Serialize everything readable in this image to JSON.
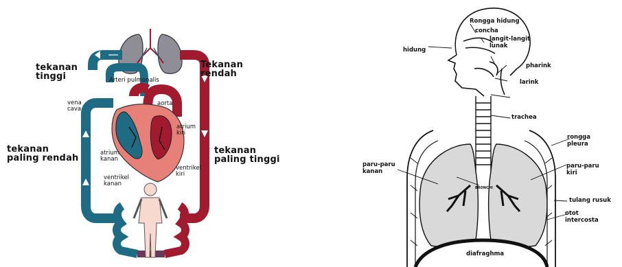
{
  "circulation": {
    "tekanan_tinggi": "tekanan\ntinggi",
    "tekanan_rendah": "Tekanan\nrendah",
    "tekanan_paling_rendah": "tekanan\npaling rendah",
    "tekanan_paling_tinggi": "tekanan\npaling tinggi",
    "arteri_pulmonalis": "Arteri pulmonalis",
    "vena_cava": "vena\ncava",
    "aorta": "aorta",
    "atrium_kiri": "atrium\nkiri",
    "atrium_kanan": "atrium\nkanan",
    "ventrikel_kiri": "ventrikel\nkiri",
    "ventrikel_kanan": "ventrikel\nkanan",
    "colors": {
      "oxygenated": "#a11a2e",
      "deoxygenated": "#1f6b84",
      "heart": "#e8807a",
      "lungs": "#8f8d95"
    }
  },
  "respiratory": {
    "rongga_hidung": "Rongga hidung",
    "concha": "concha",
    "langit_langit_lunak": "langit-langit\nlunak",
    "hidung": "hidung",
    "pharink": "pharink",
    "larink": "larink",
    "trachea": "trachea",
    "rongga_pleura": "rongga\npleura",
    "paru_paru_kanan": "paru-paru\nkanan",
    "paru_paru_kiri": "paru-paru\nkiri",
    "bronchi": "BRONCHI",
    "tulang_rusuk": "tulang rusuk",
    "otot_intercosta": "otot\nintercosta",
    "diafraghma": "diafraghma",
    "colors": {
      "lung_fill": "#d9d9d9",
      "outline": "#111111"
    }
  }
}
